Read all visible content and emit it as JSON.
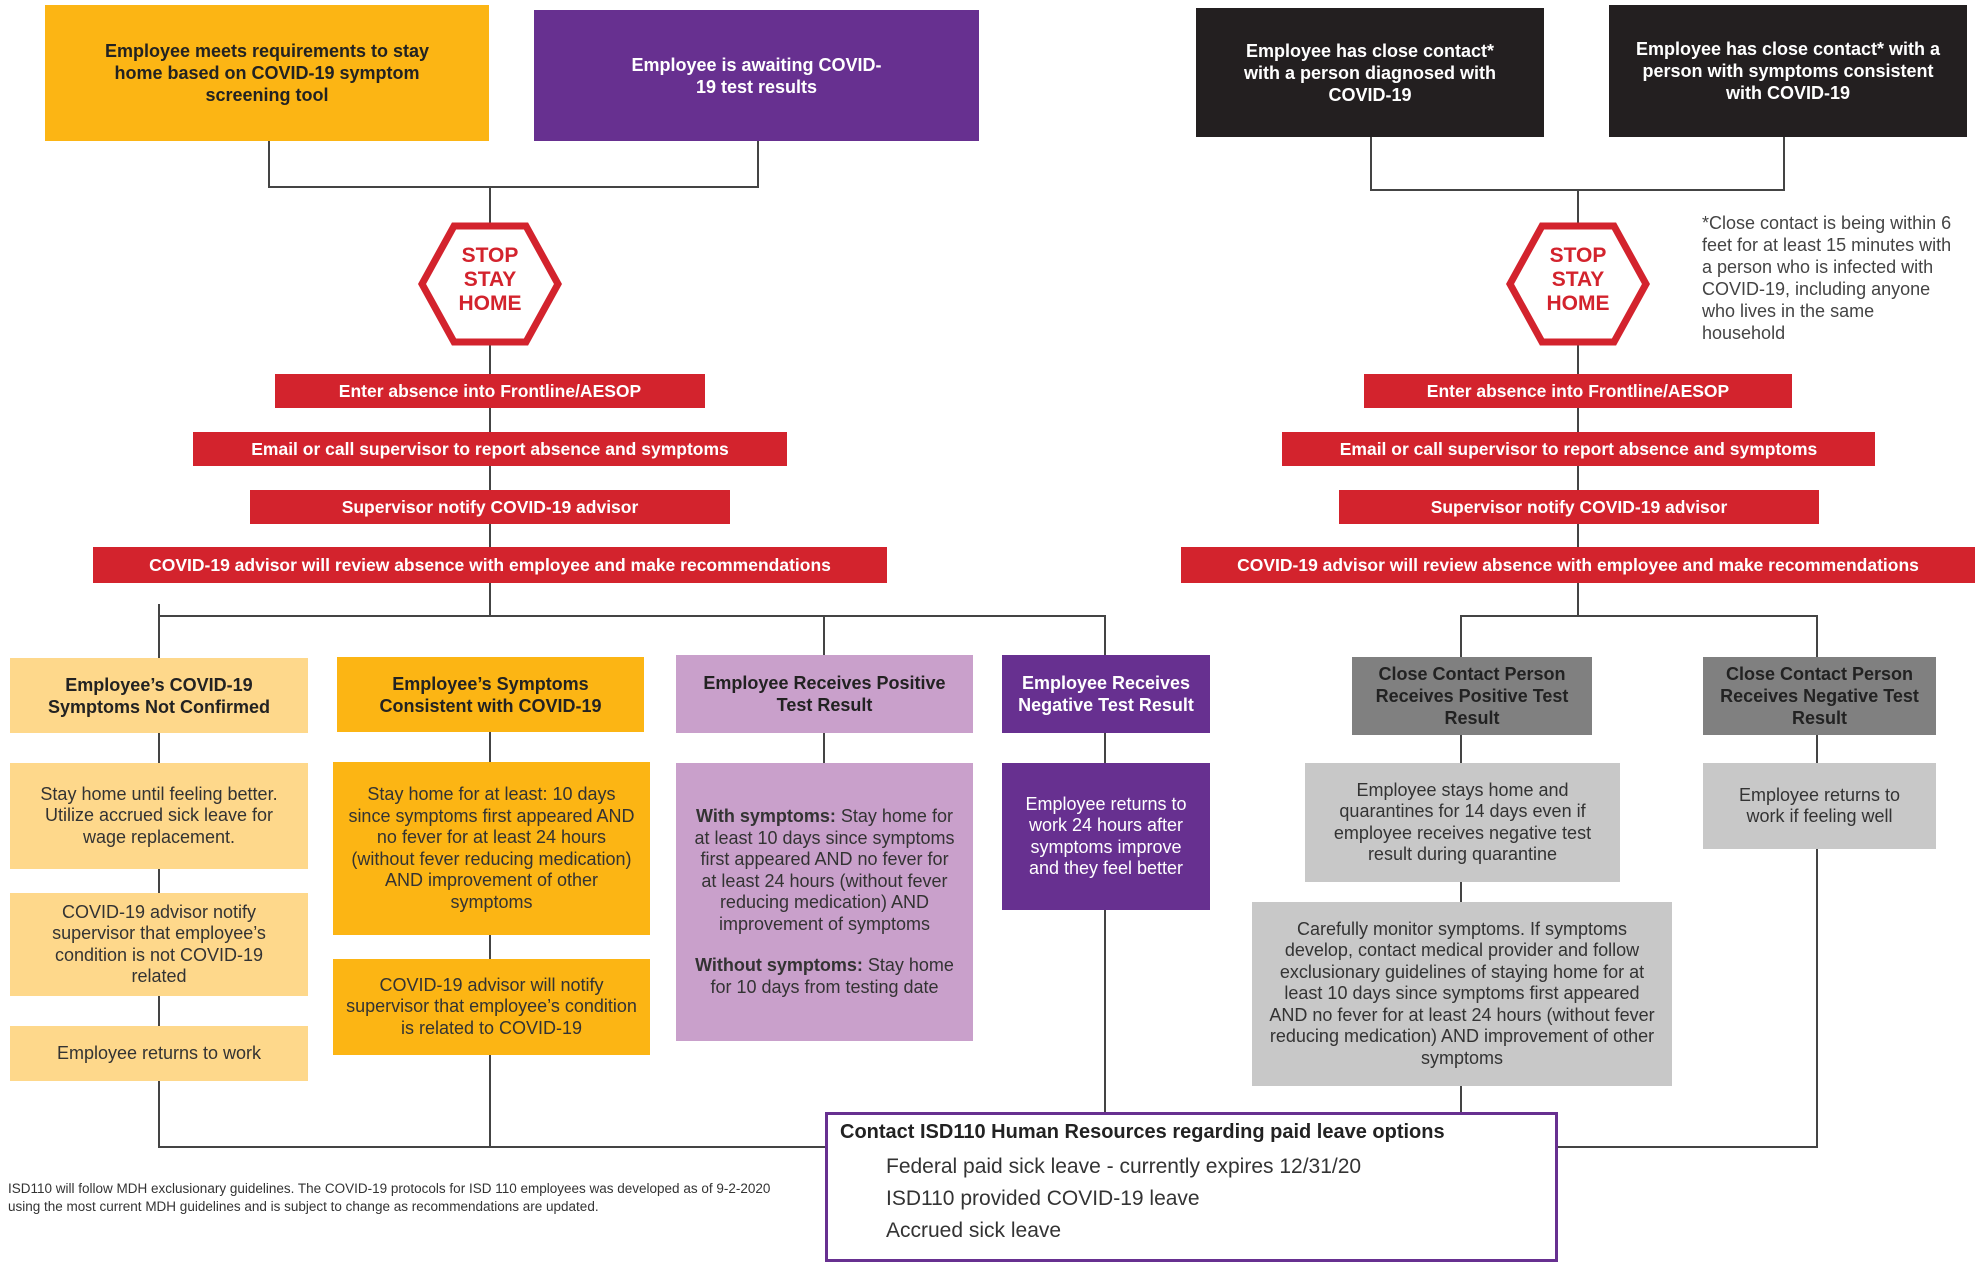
{
  "top_left": {
    "yellow": "Employee meets requirements to stay home based on COVID-19 symptom screening tool",
    "purple": "Employee is awaiting COVID-19 test results"
  },
  "top_right": {
    "diagnosed": "Employee has close contact* with a person diagnosed with COVID-19",
    "symptoms": "Employee has close contact* with a person with symptoms consistent with COVID-19"
  },
  "stop_sign": {
    "line1": "STOP",
    "line2": "STAY",
    "line3": "HOME"
  },
  "close_contact_note": "*Close contact is being within 6 feet for at least 15 minutes with a person who is infected with COVID-19, including anyone who lives in the same household",
  "steps": {
    "enter_absence": "Enter absence into Frontline/AESOP",
    "email_supervisor": "Email or call supervisor to report absence and symptoms",
    "notify_advisor": "Supervisor notify COVID-19 advisor",
    "advisor_review": "COVID-19 advisor will review absence with employee and make recommendations"
  },
  "branches": {
    "not_confirmed": {
      "title": "Employee’s COVID-19 Symptoms Not Confirmed",
      "step1": "Stay home until feeling better. Utilize accrued sick leave for wage replacement.",
      "step2": "COVID-19 advisor notify supervisor that employee’s condition is not COVID-19 related",
      "step3": "Employee returns to work"
    },
    "consistent": {
      "title": "Employee’s Symptoms Consistent with COVID-19",
      "step1": "Stay home for at least: 10 days since symptoms first appeared AND no fever for at least 24 hours (without fever reducing medication) AND improvement of other symptoms",
      "step2": "COVID-19 advisor will notify supervisor that employee’s condition is related to COVID-19"
    },
    "positive": {
      "title": "Employee Receives Positive Test Result",
      "with_label": "With symptoms:",
      "with_text": " Stay home for at least 10 days since symptoms first appeared AND no fever for at least 24 hours (without fever reducing medication) AND improvement of symptoms",
      "without_label": "Without symptoms:",
      "without_text": " Stay home for 10 days from testing date"
    },
    "negative": {
      "title": "Employee Receives Negative Test Result",
      "step1": "Employee returns to work 24 hours after symptoms improve and they feel better"
    },
    "contact_positive": {
      "title": "Close Contact Person Receives Positive Test Result",
      "step1": "Employee stays home and quarantines for 14 days even if employee receives negative test result during quarantine",
      "step2": "Carefully monitor symptoms.  If symptoms develop, contact medical provider and follow exclusionary guidelines of staying home for at least 10 days since symptoms first appeared AND no fever for at least 24 hours (without fever reducing medication) AND improvement of other symptoms"
    },
    "contact_negative": {
      "title": "Close Contact Person Receives Negative Test Result",
      "step1": "Employee returns to work if feeling well"
    }
  },
  "hr": {
    "title": "Contact ISD110 Human Resources regarding paid leave options",
    "items": [
      "Federal paid sick leave - currently expires 12/31/20",
      "ISD110 provided COVID-19 leave",
      "Accrued sick leave"
    ]
  },
  "footer": "ISD110 will follow MDH exclusionary guidelines. The COVID-19 protocols for ISD 110 employees was developed as of 9-2-2020 using the most current MDH guidelines and is subject to change as recommendations are updated.",
  "colors": {
    "yellow": "#fcb514",
    "light_yellow": "#fed88b",
    "purple": "#673090",
    "light_purple": "#c9a0cb",
    "red": "#d3232d",
    "black": "#231f20",
    "gray": "#808080",
    "light_gray": "#c8c8c8"
  }
}
